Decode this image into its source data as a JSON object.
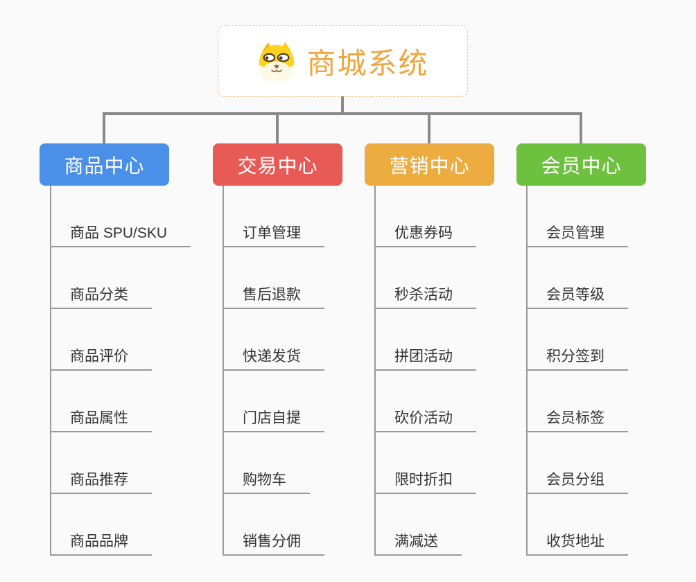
{
  "root": {
    "title": "商城系统",
    "title_color": "#F0A63E",
    "border_color": "#F2C480",
    "icon": "dog-face-icon"
  },
  "connector_color": "#8A8A8A",
  "tree": {
    "branches": [
      {
        "label": "商品中心",
        "color": "#4A8FE8",
        "children": [
          "商品 SPU/SKU",
          "商品分类",
          "商品评价",
          "商品属性",
          "商品推荐",
          "商品品牌"
        ]
      },
      {
        "label": "交易中心",
        "color": "#E85A55",
        "children": [
          "订单管理",
          "售后退款",
          "快递发货",
          "门店自提",
          "购物车",
          "销售分佣"
        ]
      },
      {
        "label": "营销中心",
        "color": "#EDAC40",
        "children": [
          "优惠券码",
          "秒杀活动",
          "拼团活动",
          "砍价活动",
          "限时折扣",
          "满减送"
        ]
      },
      {
        "label": "会员中心",
        "color": "#6EC13E",
        "children": [
          "会员管理",
          "会员等级",
          "积分签到",
          "会员标签",
          "会员分组",
          "收货地址"
        ]
      }
    ]
  }
}
